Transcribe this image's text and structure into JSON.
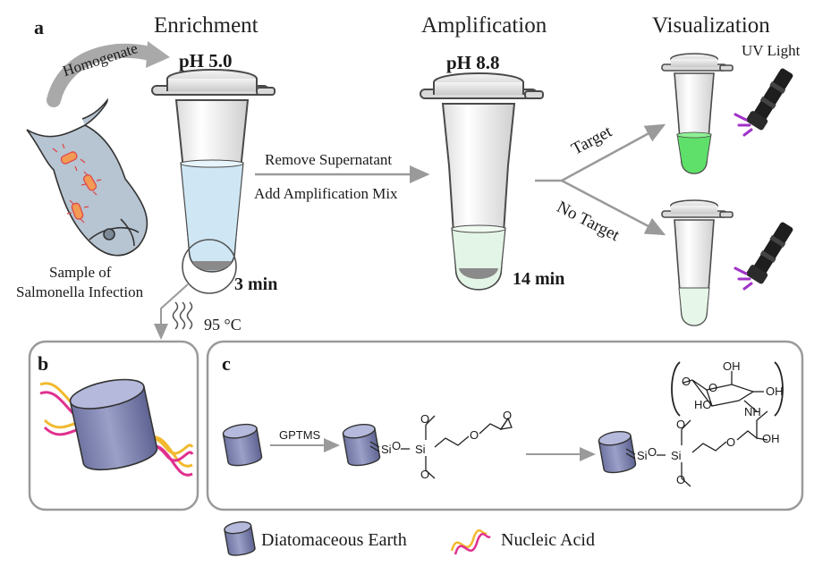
{
  "panel_letters": {
    "a": "a",
    "b": "b",
    "c": "c"
  },
  "stages": {
    "enrichment": {
      "title": "Enrichment",
      "ph": "pH 5.0",
      "time": "3 min"
    },
    "amplification": {
      "title": "Amplification",
      "ph": "pH 8.8",
      "time": "14 min"
    },
    "visualization": {
      "title": "Visualization",
      "uv_label": "UV Light"
    }
  },
  "homogenate_label": "Homogenate",
  "sample_label": {
    "line1": "Sample of",
    "line2": "Salmonella Infection"
  },
  "process_arrow": {
    "line1": "Remove Supernatant",
    "line2": "Add Amplification Mix"
  },
  "branch_labels": {
    "target": "Target",
    "no_target": "No Target"
  },
  "temperature_label": "95 °C",
  "chemistry": {
    "reagent": "GPTMS",
    "si": "Si",
    "o": "O",
    "oh": "OH",
    "ho": "HO",
    "nh": "NH"
  },
  "legend": {
    "diatomaceous_earth": "Diatomaceous Earth",
    "nucleic_acid": "Nucleic Acid"
  },
  "colors": {
    "enrichment_liquid": "#cfe7f5",
    "amplification_liquid": "#e3f5e6",
    "target_fluorescence": "#5fe06a",
    "tube_outline": "#4a4a4a",
    "cylinder_fill": "#8a8fb8",
    "uv_purple": "#a032c8",
    "arrow_gray": "#9a9a9a",
    "dna_yellow": "#f2b92e",
    "dna_pink": "#e0308f"
  }
}
